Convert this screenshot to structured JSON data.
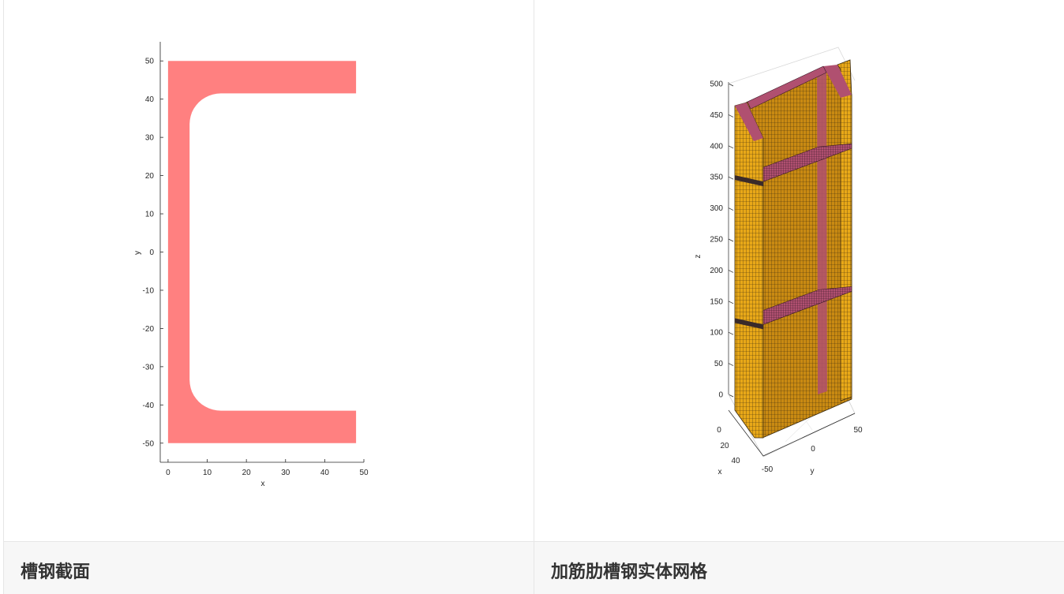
{
  "cards": [
    {
      "caption": "槽钢截面"
    },
    {
      "caption": "加筋肋槽钢实体网格"
    }
  ],
  "chart_data": [
    {
      "type": "area",
      "title": "",
      "xlabel": "x",
      "ylabel": "y",
      "xlim": [
        -2,
        50
      ],
      "ylim": [
        -55,
        55
      ],
      "xticks": [
        "0",
        "10",
        "20",
        "30",
        "40",
        "50"
      ],
      "yticks": [
        "50",
        "40",
        "30",
        "20",
        "10",
        "0",
        "-10",
        "-20",
        "-30",
        "-40",
        "-50"
      ],
      "fill_color": "#ff8080",
      "section": {
        "flange_width": 48,
        "height": 100,
        "web_thickness": 5.5,
        "flange_thickness": 8.5,
        "fillet_radius": 8
      }
    },
    {
      "type": "surface3d",
      "title": "",
      "xlabel": "x",
      "ylabel": "y",
      "zlabel": "z",
      "zticks": [
        "500",
        "450",
        "400",
        "350",
        "300",
        "250",
        "200",
        "150",
        "100",
        "50",
        "0"
      ],
      "xticks": [
        "0",
        "20",
        "40"
      ],
      "yticks": [
        "-50",
        "0",
        "50"
      ],
      "face_color": "#e8a818",
      "rib_color": "#b05070",
      "stiffener_z": [
        115,
        345
      ]
    }
  ]
}
